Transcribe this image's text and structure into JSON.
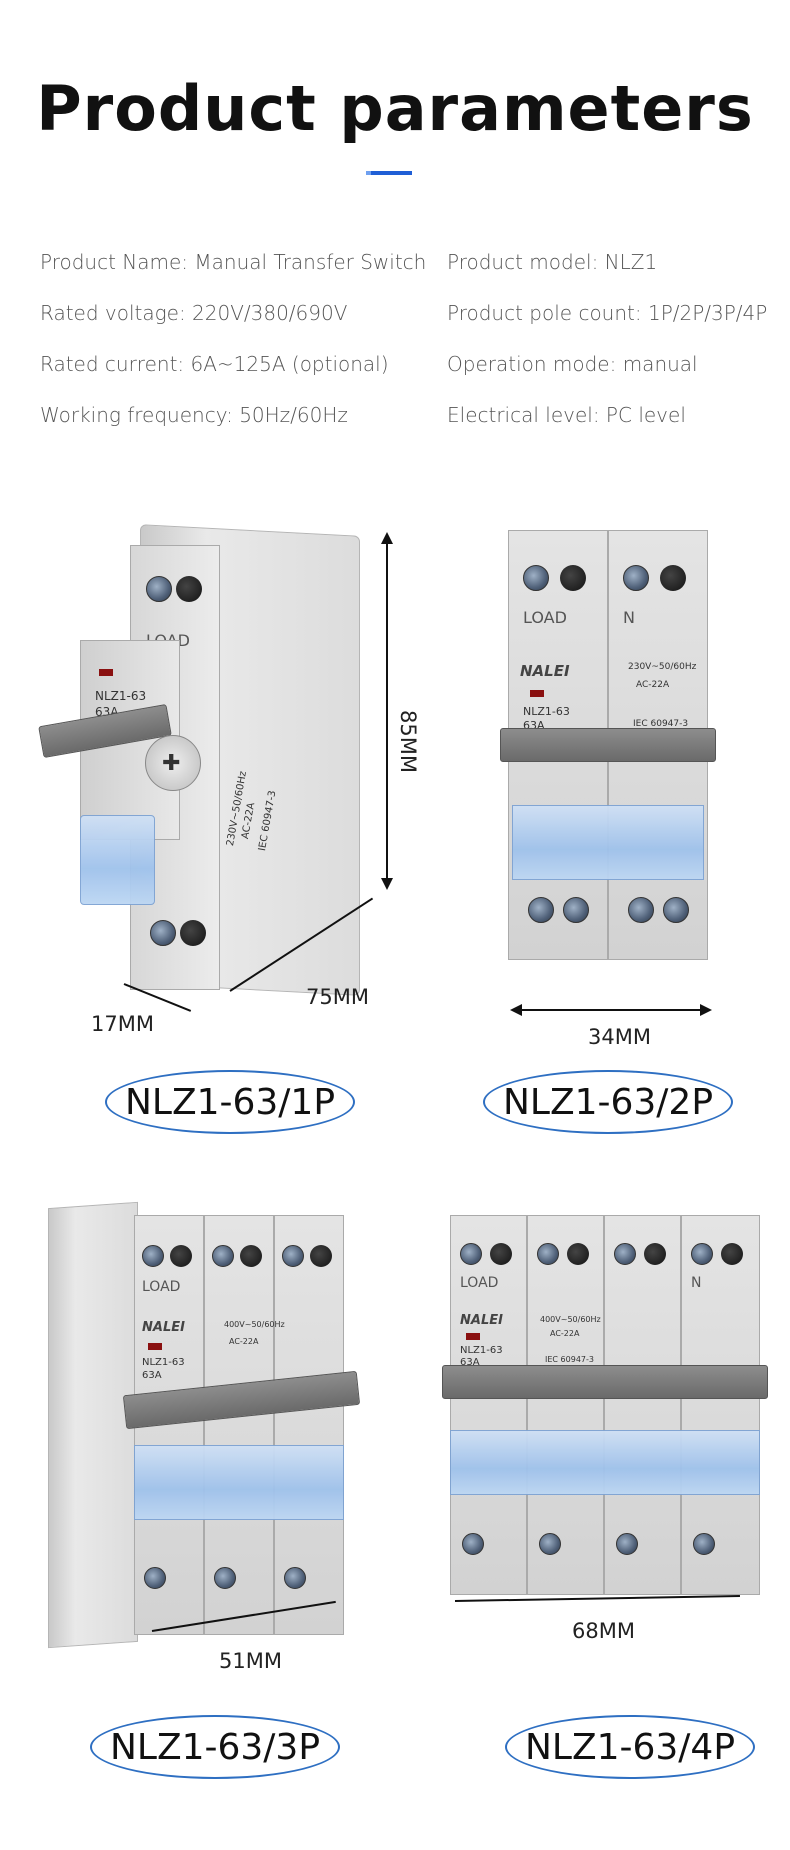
{
  "header": {
    "title": "Product parameters"
  },
  "params": [
    {
      "left": "Product Name: Manual Transfer Switch",
      "right": "Product model: NLZ1"
    },
    {
      "left": "Rated voltage: 220V/380/690V",
      "right": "Product pole count: 1P/2P/3P/4P"
    },
    {
      "left": "Rated current: 6A~125A (optional)",
      "right": "Operation mode: manual"
    },
    {
      "left": "Working frequency: 50Hz/60Hz",
      "right": "Electrical level: PC level"
    }
  ],
  "products": [
    {
      "model": "NLZ1-63/1P",
      "dims": [
        "85MM",
        "75MM",
        "17MM"
      ]
    },
    {
      "model": "NLZ1-63/2P",
      "dims": [
        "34MM"
      ]
    },
    {
      "model": "NLZ1-63/3P",
      "dims": [
        "51MM"
      ]
    },
    {
      "model": "NLZ1-63/4P",
      "dims": [
        "68MM"
      ]
    }
  ],
  "device_text": {
    "brand": "NALEI",
    "rating": "NLZ1-63",
    "current": "63A",
    "load": "LOAD",
    "neutral": "N",
    "spec_1p": "230V~50/60Hz",
    "spec_2p": "230V~50/60Hz",
    "spec_3p": "400V~50/60Hz",
    "spec_4p": "400V~50/60Hz",
    "ac": "AC-22A",
    "iec": "IEC 60947-3"
  },
  "colors": {
    "accent": "#1f5fd6",
    "oval": "#2e6fc2"
  }
}
